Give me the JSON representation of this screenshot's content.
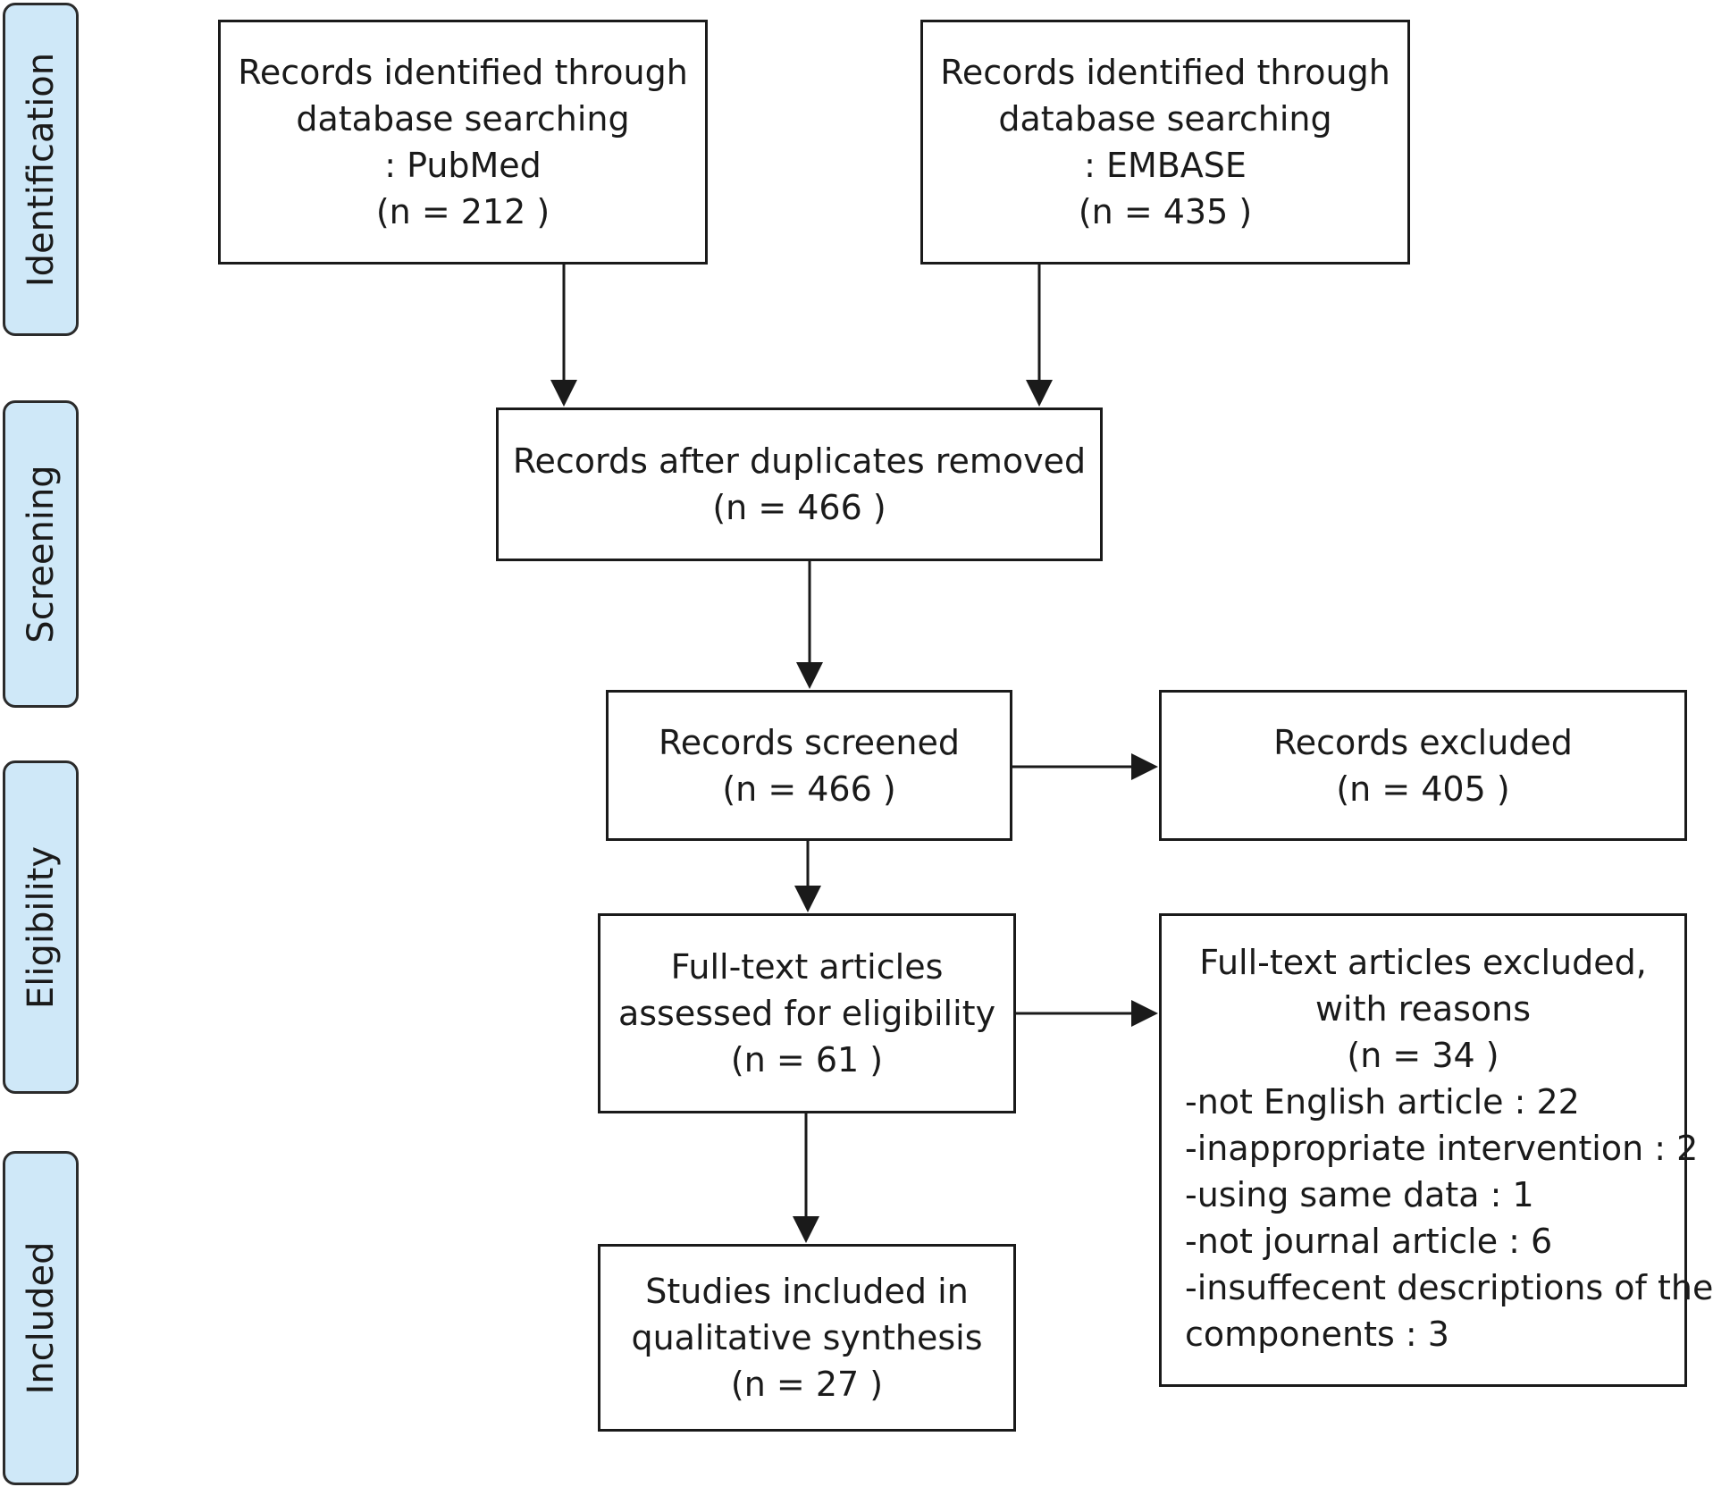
{
  "phases": {
    "identification": "Identification",
    "screening": "Screening",
    "eligibility": "Eligibility",
    "included": "Included"
  },
  "boxes": {
    "pubmed": {
      "lines": [
        "Records identified through",
        "database searching",
        ": PubMed"
      ],
      "count": "(n = 212 )"
    },
    "embase": {
      "lines": [
        "Records identified through",
        "database searching",
        ": EMBASE"
      ],
      "count": "(n = 435 )"
    },
    "duplicates_removed": {
      "lines": [
        "Records after duplicates removed"
      ],
      "count": "(n = 466 )"
    },
    "screened": {
      "lines": [
        "Records screened"
      ],
      "count": "(n = 466 )"
    },
    "excluded": {
      "lines": [
        "Records excluded"
      ],
      "count": "(n = 405 )"
    },
    "fulltext_assessed": {
      "lines": [
        "Full-text articles",
        "assessed for eligibility"
      ],
      "count": "(n = 61 )"
    },
    "fulltext_excluded": {
      "lines": [
        "Full-text articles excluded,",
        "with reasons"
      ],
      "count": "(n = 34 )",
      "reasons": [
        "-not English article : 22",
        "-inappropriate intervention : 2",
        "-using same data : 1",
        "-not journal article : 6",
        "-insuffecent descriptions of the",
        "components : 3"
      ]
    },
    "included_studies": {
      "lines": [
        "Studies included in",
        "qualitative synthesis"
      ],
      "count": "(n = 27 )"
    }
  }
}
